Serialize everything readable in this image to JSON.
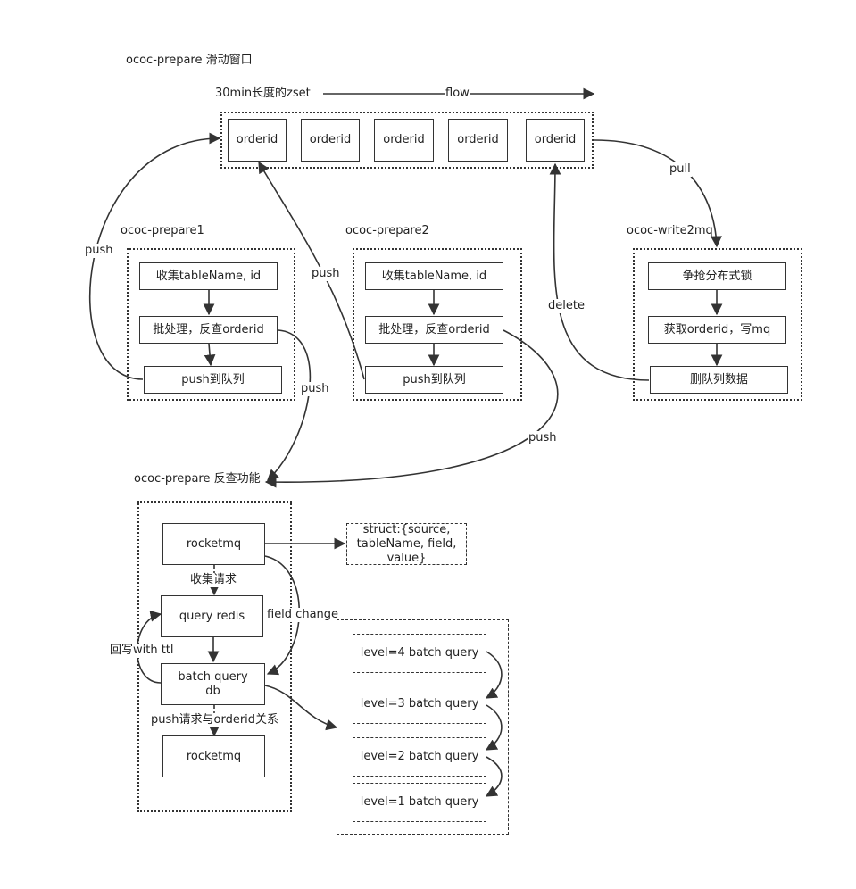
{
  "titles": {
    "sliding_window": "ococ-prepare 滑动窗口",
    "zset": "30min长度的zset",
    "prepare1": "ococ-prepare1",
    "prepare2": "ococ-prepare2",
    "write2mq": "ococ-write2mq",
    "reverse": "ococ-prepare 反查功能"
  },
  "zset_items": [
    "orderid",
    "orderid",
    "orderid",
    "orderid",
    "orderid"
  ],
  "prepare1": {
    "collect": "收集tableName, id",
    "batch": "批处理，反查orderid",
    "push": "push到队列"
  },
  "prepare2": {
    "collect": "收集tableName, id",
    "batch": "批处理，反查orderid",
    "push": "push到队列"
  },
  "write2mq": {
    "lock": "争抢分布式锁",
    "get": "获取orderid，写mq",
    "delete": "删队列数据"
  },
  "reverse": {
    "rocketmq_top": "rocketmq",
    "query_redis": "query redis",
    "batch_db": "batch query db",
    "rocketmq_bottom": "rocketmq",
    "struct": "struct:{source, tableName, field, value}"
  },
  "levels": [
    "level=4 batch query",
    "level=3 batch query",
    "level=2 batch query",
    "level=1 batch query"
  ],
  "edge_labels": {
    "flow": "flow",
    "pull": "pull",
    "push_left": "push",
    "push_mid": "push",
    "push_p1": "push",
    "push_p2": "push",
    "delete": "delete",
    "collect_req": "收集请求",
    "field_change": "field change",
    "write_back": "回写with ttl",
    "push_rel": "push请求与orderid关系"
  }
}
